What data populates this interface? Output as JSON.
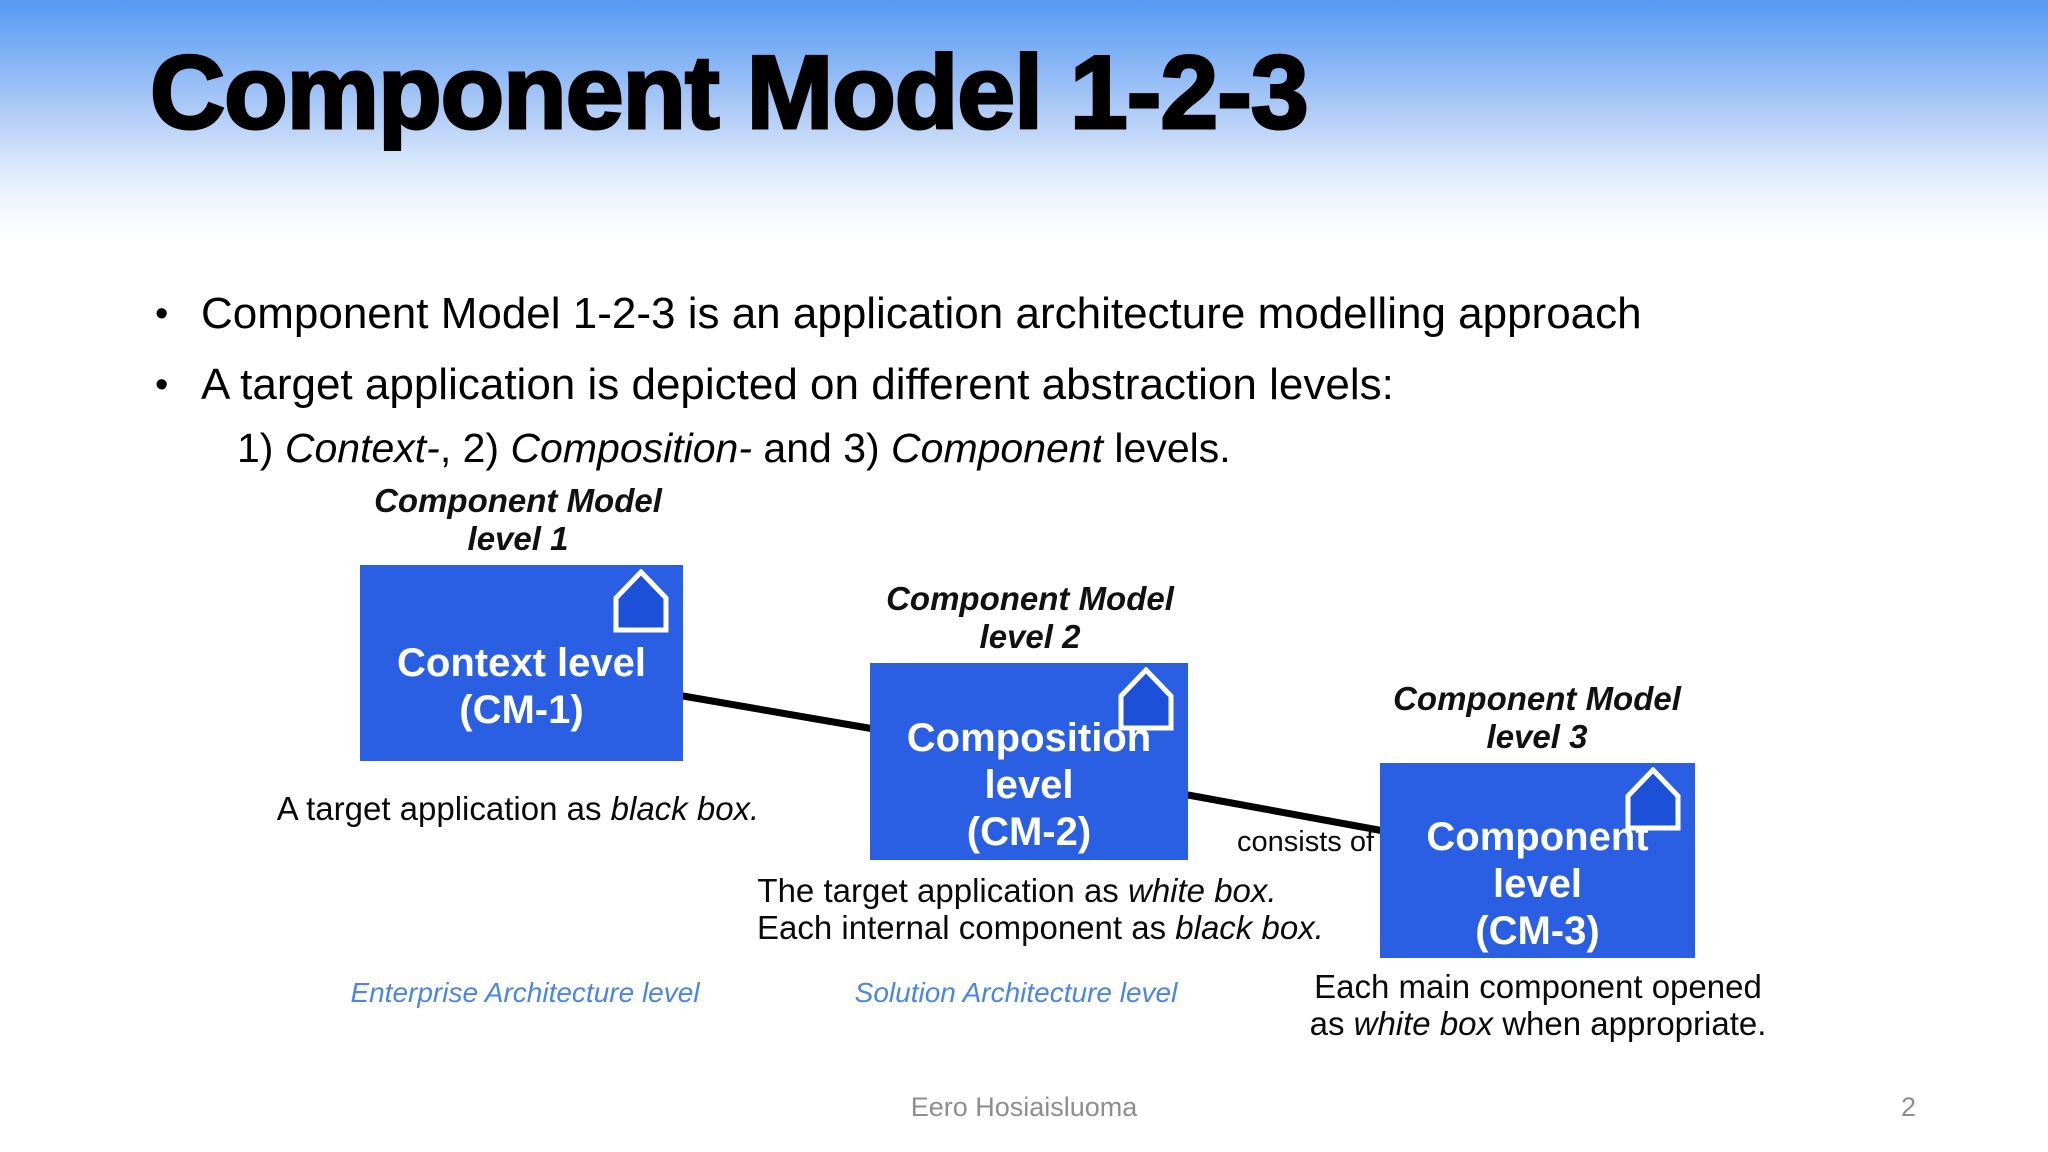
{
  "slide": {
    "title": "Component Model 1-2-3",
    "bullet_marker": "•",
    "bullets": [
      "Component Model 1-2-3 is an application architecture modelling approach",
      "A target application is depicted on different abstraction levels:"
    ],
    "subline_segments": [
      {
        "t": "1) "
      },
      {
        "t": "Context-",
        "i": true
      },
      {
        "t": ", 2) "
      },
      {
        "t": "Composition-",
        "i": true
      },
      {
        "t": " and 3) "
      },
      {
        "t": "Component",
        "i": true
      },
      {
        "t": " levels."
      }
    ],
    "footer": {
      "author": "Eero Hosiaisluoma",
      "page_number": "2"
    }
  },
  "diagram": {
    "nodes": [
      {
        "id": "cm1",
        "heading_line1": "Component Model",
        "heading_line2": "level 1",
        "box_line1": "Context level",
        "box_line2": "(CM-1)",
        "caption_lines": [
          [
            {
              "t": "A target application as "
            },
            {
              "t": "black box.",
              "i": true
            }
          ]
        ],
        "architecture_label": "Enterprise Architecture level"
      },
      {
        "id": "cm2",
        "heading_line1": "Component Model",
        "heading_line2": "level 2",
        "box_line1": "Composition level",
        "box_line2": "(CM-2)",
        "caption_lines": [
          [
            {
              "t": "The target application as "
            },
            {
              "t": "white box.",
              "i": true
            }
          ],
          [
            {
              "t": "Each internal component as "
            },
            {
              "t": "black box.",
              "i": true
            }
          ]
        ],
        "architecture_label": "Solution Architecture level"
      },
      {
        "id": "cm3",
        "heading_line1": "Component Model",
        "heading_line2": "level 3",
        "box_line1": "Component level",
        "box_line2": "(CM-3)",
        "caption_lines": [
          [
            {
              "t": "Each main component opened"
            }
          ],
          [
            {
              "t": "as "
            },
            {
              "t": "white box",
              "i": true
            },
            {
              "t": " when appropriate."
            }
          ]
        ]
      }
    ],
    "connector_label": "consists of",
    "colors": {
      "box_fill": "#2b5fe3",
      "house_fill": "#1d50d8",
      "architecture_label_color": "#4a85e6",
      "connector_color": "#000000",
      "header_gradient_top": "#5499f3"
    }
  }
}
